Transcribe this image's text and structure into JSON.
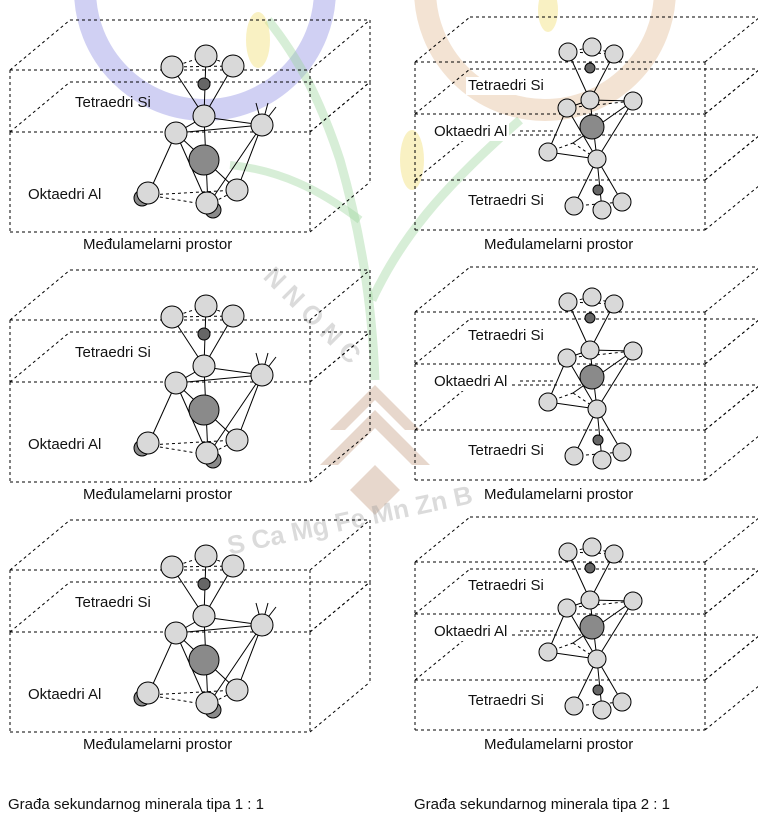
{
  "labels": {
    "tetraedri_si": "Tetraedri Si",
    "oktaedri_al": "Oktaedri Al",
    "interlayer": "Međulamelarni prostor"
  },
  "captions": {
    "left": "Građa sekundarnog minerala tipa 1 : 1",
    "right": "Građa sekundarnog minerala tipa 2 : 1"
  },
  "watermark": {
    "arc_text": "N  N  O  N  C",
    "cations_text": "S  Ca  Mg  Fe  Mn  Zn  B",
    "colors": {
      "blue": "#5557d4",
      "orange": "#d39a62",
      "green": "#9ad49a",
      "yellow": "#f1e07a",
      "brown": "#b07a55"
    }
  },
  "colors": {
    "atom_light": "#d9d9d9",
    "atom_dark": "#8a8a8a",
    "atom_small": "#666666",
    "line": "#000000"
  }
}
